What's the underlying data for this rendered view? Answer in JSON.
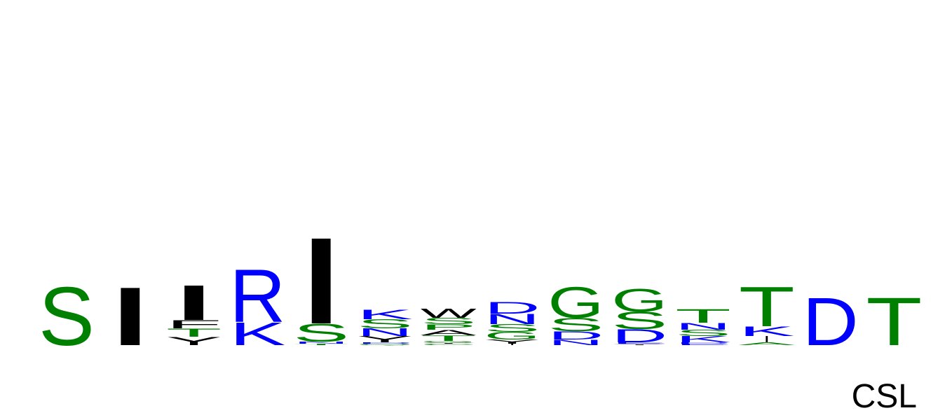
{
  "chart_data": {
    "type": "sequence-logo",
    "title": "",
    "xlabel": "",
    "ylabel": "",
    "ylim": [
      0,
      4.32
    ],
    "colors": {
      "hydrophilic_green": "#008000",
      "basic_acidic_blue": "#0000ff",
      "hydrophobic_black": "#000000"
    },
    "positions": [
      {
        "letters": [
          {
            "char": "S",
            "height": 0.85,
            "color": "#008000"
          }
        ]
      },
      {
        "letters": [
          {
            "char": "I",
            "height": 0.85,
            "color": "#000000"
          }
        ]
      },
      {
        "letters": [
          {
            "char": "Y",
            "height": 0.12,
            "color": "#000000"
          },
          {
            "char": "T",
            "height": 0.12,
            "color": "#008000"
          },
          {
            "char": "F",
            "height": 0.12,
            "color": "#000000"
          },
          {
            "char": "I",
            "height": 0.51,
            "color": "#000000"
          }
        ]
      },
      {
        "letters": [
          {
            "char": "K",
            "height": 0.33,
            "color": "#0000ff"
          },
          {
            "char": "R",
            "height": 0.77,
            "color": "#0000ff"
          }
        ]
      },
      {
        "letters": [
          {
            "char": "T",
            "height": 0.02,
            "color": "#008000"
          },
          {
            "char": "N",
            "height": 0.03,
            "color": "#0000ff"
          },
          {
            "char": "S",
            "height": 0.26,
            "color": "#008000"
          },
          {
            "char": "I",
            "height": 1.26,
            "color": "#000000"
          }
        ]
      },
      {
        "letters": [
          {
            "char": "Q",
            "height": 0.02,
            "color": "#008000"
          },
          {
            "char": "D",
            "height": 0.02,
            "color": "#0000ff"
          },
          {
            "char": "Y",
            "height": 0.09,
            "color": "#000000"
          },
          {
            "char": "N",
            "height": 0.11,
            "color": "#0000ff"
          },
          {
            "char": "S",
            "height": 0.13,
            "color": "#008000"
          },
          {
            "char": "K",
            "height": 0.14,
            "color": "#0000ff"
          }
        ]
      },
      {
        "letters": [
          {
            "char": "C",
            "height": 0.02,
            "color": "#008000"
          },
          {
            "char": "Y",
            "height": 0.02,
            "color": "#000000"
          },
          {
            "char": "G",
            "height": 0.02,
            "color": "#008000"
          },
          {
            "char": "T",
            "height": 0.08,
            "color": "#008000"
          },
          {
            "char": "A",
            "height": 0.08,
            "color": "#000000"
          },
          {
            "char": "P",
            "height": 0.08,
            "color": "#008000"
          },
          {
            "char": "S",
            "height": 0.09,
            "color": "#008000"
          },
          {
            "char": "W",
            "height": 0.13,
            "color": "#000000"
          }
        ]
      },
      {
        "letters": [
          {
            "char": "I",
            "height": 0.02,
            "color": "#000000"
          },
          {
            "char": "Y",
            "height": 0.06,
            "color": "#000000"
          },
          {
            "char": "G",
            "height": 0.11,
            "color": "#008000"
          },
          {
            "char": "S",
            "height": 0.11,
            "color": "#008000"
          },
          {
            "char": "N",
            "height": 0.15,
            "color": "#0000ff"
          },
          {
            "char": "D",
            "height": 0.17,
            "color": "#0000ff"
          }
        ]
      },
      {
        "letters": [
          {
            "char": "N",
            "height": 0.08,
            "color": "#0000ff"
          },
          {
            "char": "D",
            "height": 0.12,
            "color": "#0000ff"
          },
          {
            "char": "S",
            "height": 0.19,
            "color": "#008000"
          },
          {
            "char": "G",
            "height": 0.45,
            "color": "#008000"
          }
        ]
      },
      {
        "letters": [
          {
            "char": "Y",
            "height": 0.02,
            "color": "#000000"
          },
          {
            "char": "E",
            "height": 0.02,
            "color": "#0000ff"
          },
          {
            "char": "D",
            "height": 0.19,
            "color": "#0000ff"
          },
          {
            "char": "S",
            "height": 0.25,
            "color": "#008000"
          },
          {
            "char": "G",
            "height": 0.33,
            "color": "#008000"
          }
        ]
      },
      {
        "letters": [
          {
            "char": "E",
            "height": 0.02,
            "color": "#0000ff"
          },
          {
            "char": "D",
            "height": 0.02,
            "color": "#0000ff"
          },
          {
            "char": "K",
            "height": 0.09,
            "color": "#0000ff"
          },
          {
            "char": "S",
            "height": 0.09,
            "color": "#008000"
          },
          {
            "char": "N",
            "height": 0.1,
            "color": "#0000ff"
          },
          {
            "char": "T",
            "height": 0.2,
            "color": "#008000"
          }
        ]
      },
      {
        "letters": [
          {
            "char": "A",
            "height": 0.04,
            "color": "#008000"
          },
          {
            "char": "I",
            "height": 0.09,
            "color": "#000000"
          },
          {
            "char": "K",
            "height": 0.14,
            "color": "#0000ff"
          },
          {
            "char": "T",
            "height": 0.58,
            "color": "#008000"
          }
        ]
      },
      {
        "letters": [
          {
            "char": "D",
            "height": 0.7,
            "color": "#0000ff"
          }
        ]
      },
      {
        "letters": [
          {
            "char": "T",
            "height": 0.7,
            "color": "#008000"
          }
        ]
      }
    ]
  },
  "corner_label": "CSL"
}
